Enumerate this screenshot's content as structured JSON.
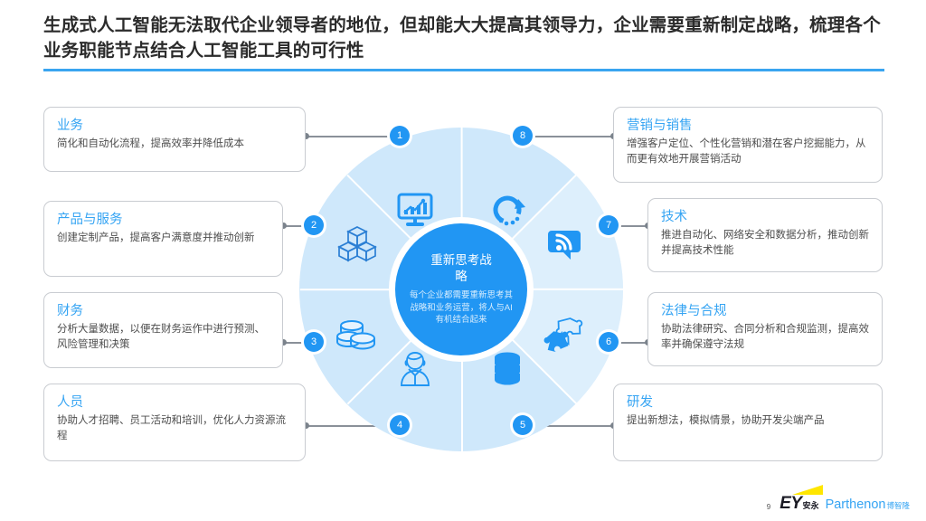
{
  "header": {
    "title": "生成式人工智能无法取代企业领导者的地位，但却能大大提高其领导力，企业需要重新制定战略，梳理各个业务职能节点结合人工智能工具的可行性",
    "accent_color": "#3aa5f0"
  },
  "hub": {
    "title": "重新思考战略",
    "subtitle": "每个企业都需要重新思考其战略和业务运营，将人与AI有机结合起来",
    "fill_color": "#2196f3"
  },
  "wheel": {
    "ring_color": "#cfe8fb",
    "icon_color": "#2196f3",
    "segments": [
      {
        "number": "1",
        "icon": "monitor-chart-icon",
        "card": "business"
      },
      {
        "number": "2",
        "icon": "boxes-3d-icon",
        "card": "product"
      },
      {
        "number": "3",
        "icon": "coins-icon",
        "card": "finance"
      },
      {
        "number": "4",
        "icon": "person-icon",
        "card": "people"
      },
      {
        "number": "5",
        "icon": "database-icon",
        "card": "rd"
      },
      {
        "number": "6",
        "icon": "puzzle-icon",
        "card": "legal"
      },
      {
        "number": "7",
        "icon": "rss-bubble-icon",
        "card": "technology"
      },
      {
        "number": "8",
        "icon": "refresh-circle-icon",
        "card": "marketing"
      }
    ]
  },
  "cards": {
    "business": {
      "title": "业务",
      "desc": "简化和自动化流程，提高效率并降低成本"
    },
    "product": {
      "title": "产品与服务",
      "desc": "创建定制产品，提高客户满意度并推动创新"
    },
    "finance": {
      "title": "财务",
      "desc": "分析大量数据，以便在财务运作中进行预测、风险管理和决策"
    },
    "people": {
      "title": "人员",
      "desc": "协助人才招聘、员工活动和培训，优化人力资源流程"
    },
    "marketing": {
      "title": "营销与销售",
      "desc": "增强客户定位、个性化营销和潜在客户挖掘能力，从而更有效地开展营销活动"
    },
    "technology": {
      "title": "技术",
      "desc": "推进自动化、网络安全和数据分析，推动创新并提高技术性能"
    },
    "legal": {
      "title": "法律与合规",
      "desc": "协助法律研究、合同分析和合规监测，提高效率并确保遵守法规"
    },
    "rd": {
      "title": "研发",
      "desc": "提出新想法，模拟情景，协助开发尖端产品"
    }
  },
  "footer": {
    "page_number": "9",
    "logo_ey": "EY",
    "logo_ey_cn": "安永",
    "logo_parthenon": "Parthenon",
    "logo_parthenon_cn": "博智隆",
    "beam_color": "#ffe600"
  }
}
